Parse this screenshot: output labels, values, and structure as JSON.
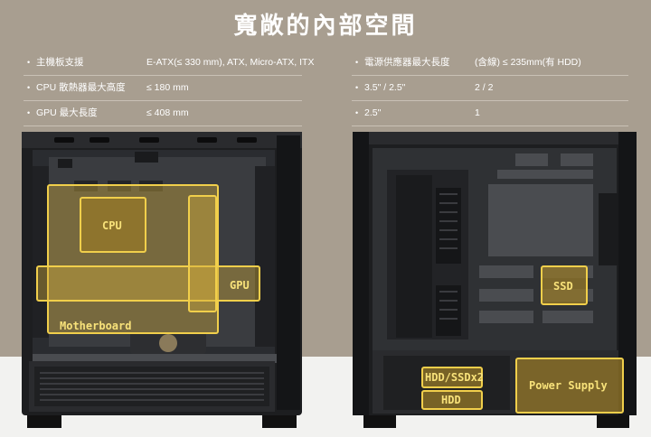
{
  "title": "寬敞的內部空間",
  "specs_left": [
    {
      "label": "主機板支援",
      "value": "E-ATX(≤ 330 mm), ATX, Micro-ATX, ITX"
    },
    {
      "label": "CPU 散熱器最大高度",
      "value": "≤ 180 mm"
    },
    {
      "label": "GPU 最大長度",
      "value": "≤ 408 mm"
    }
  ],
  "specs_right": [
    {
      "label": "電源供應器最大長度",
      "value": "(含線) ≤ 235mm(有 HDD)"
    },
    {
      "label": "3.5\" / 2.5\"",
      "value": "2 / 2"
    },
    {
      "label": "2.5\"",
      "value": "1"
    }
  ],
  "bullet": "•",
  "highlights": {
    "cpu": "CPU",
    "gpu": "GPU",
    "motherboard": "Motherboard",
    "ssd": "SSD",
    "hdd_ssd": "HDD/SSDx2",
    "hdd": "HDD",
    "power_supply": "Power Supply"
  },
  "colors": {
    "background": "#a89e90",
    "highlight_border": "#f1cf4b",
    "highlight_text": "#f8e27a",
    "case_body": "#1d1e20"
  }
}
